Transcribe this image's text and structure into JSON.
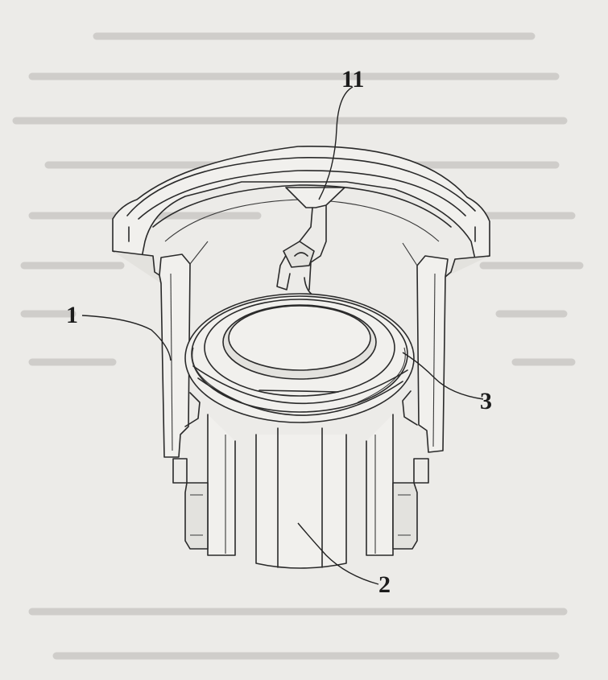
{
  "figure": {
    "background": "#ecebe8",
    "ink": "#2a2a2a",
    "labels": [
      {
        "id": "11",
        "text": "11"
      },
      {
        "id": "1",
        "text": "1"
      },
      {
        "id": "3",
        "text": "3"
      },
      {
        "id": "2",
        "text": "2"
      }
    ]
  }
}
